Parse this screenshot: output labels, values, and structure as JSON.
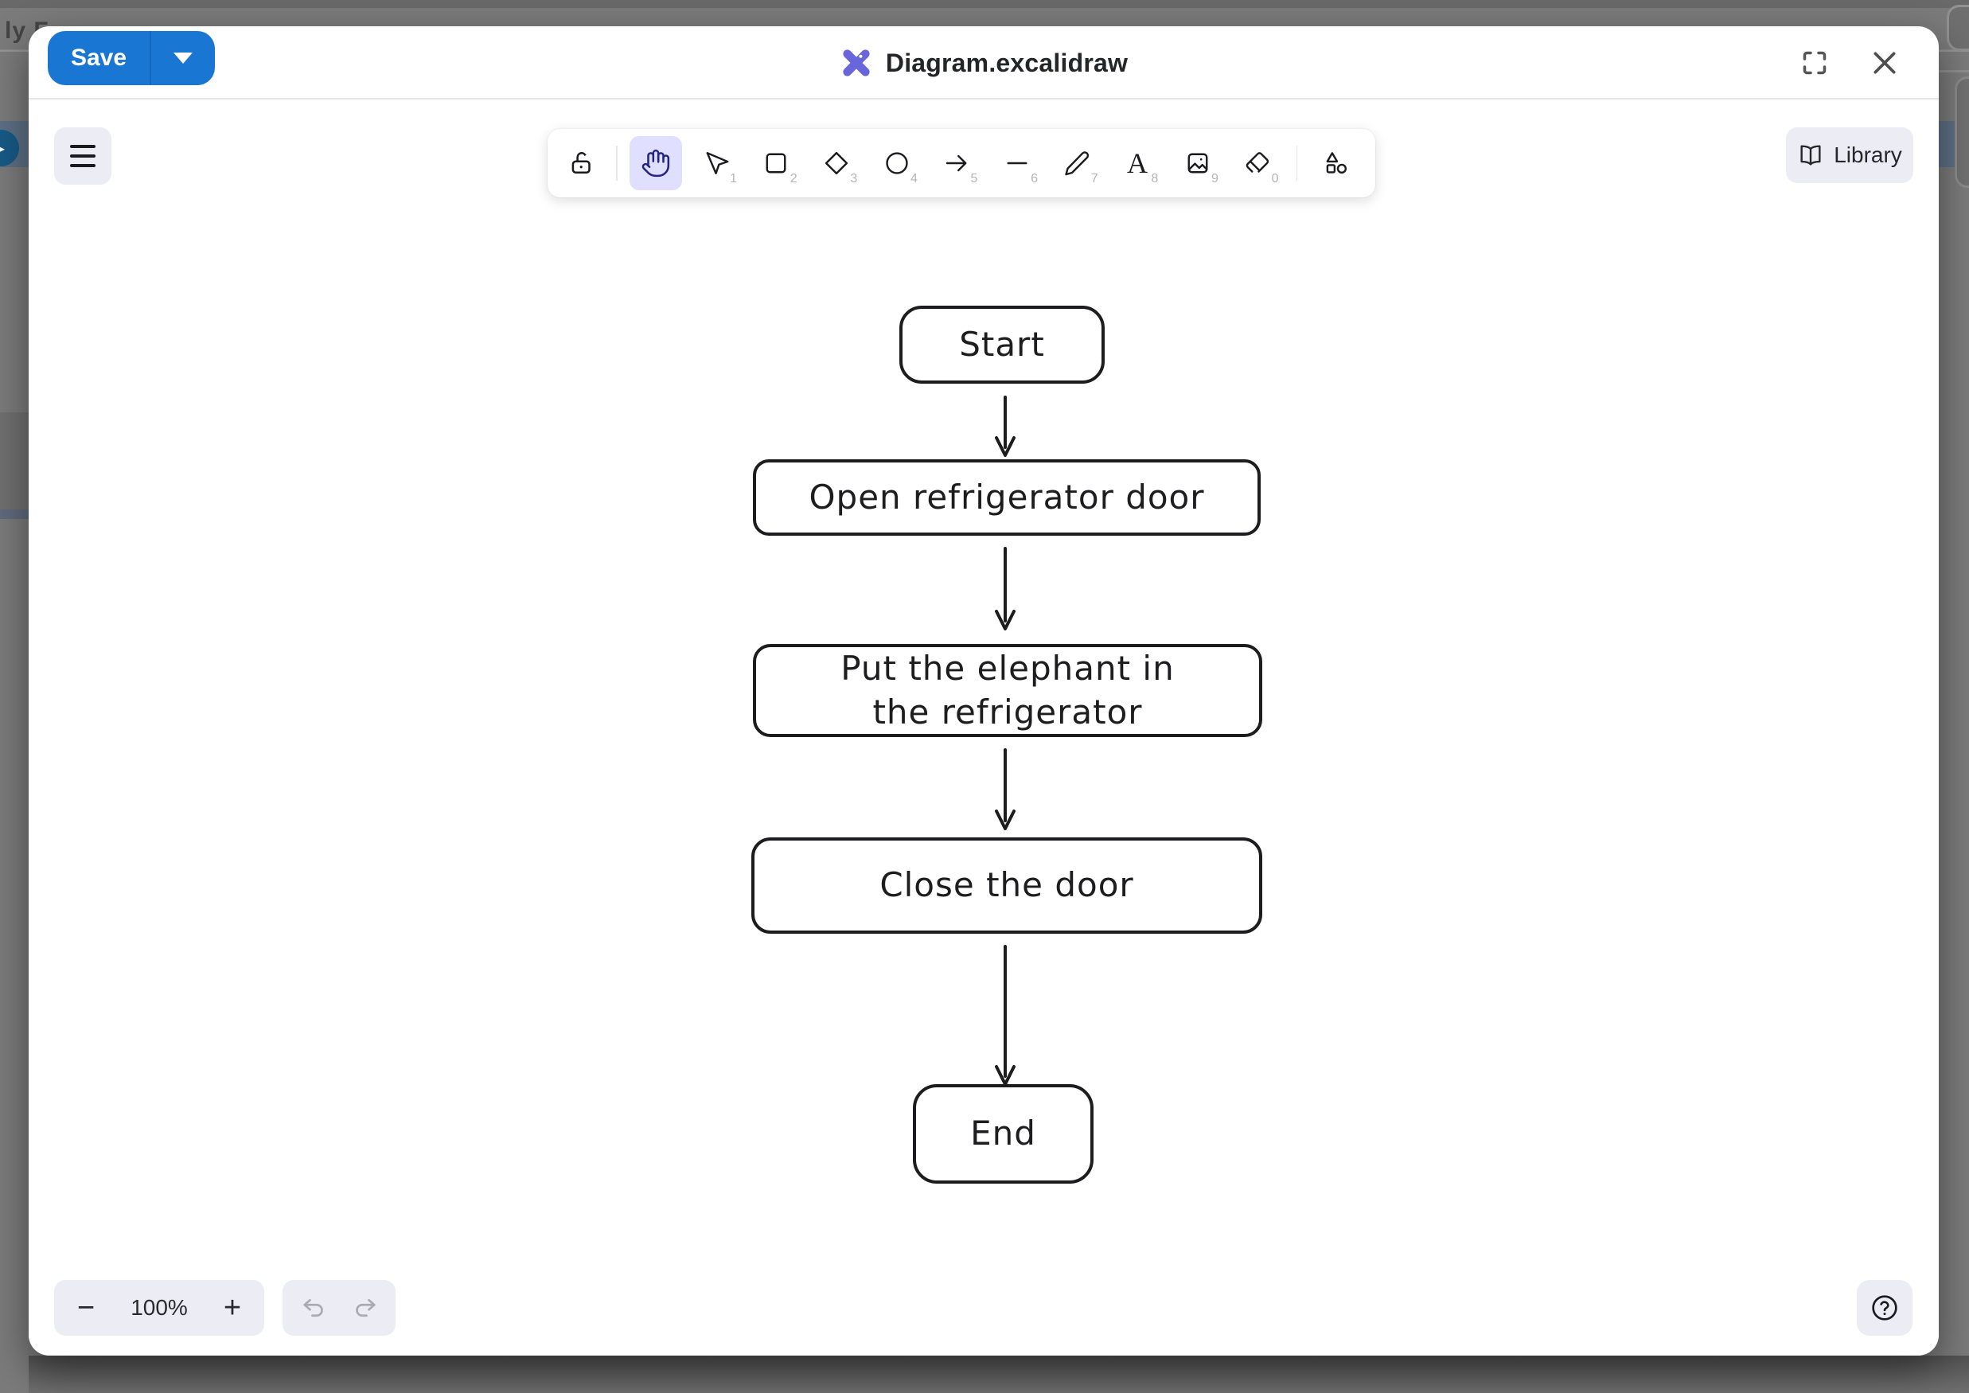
{
  "background": {
    "partial_text": "ly F"
  },
  "header": {
    "save_label": "Save",
    "title": "Diagram.excalidraw"
  },
  "toolbar": {
    "tools": [
      {
        "icon": "lock-icon",
        "shortcut": "",
        "selected": false
      },
      {
        "icon": "hand-icon",
        "shortcut": "",
        "selected": true
      },
      {
        "icon": "selection-icon",
        "shortcut": "1",
        "selected": false
      },
      {
        "icon": "rectangle-icon",
        "shortcut": "2",
        "selected": false
      },
      {
        "icon": "diamond-icon",
        "shortcut": "3",
        "selected": false
      },
      {
        "icon": "ellipse-icon",
        "shortcut": "4",
        "selected": false
      },
      {
        "icon": "arrow-icon",
        "shortcut": "5",
        "selected": false
      },
      {
        "icon": "line-icon",
        "shortcut": "6",
        "selected": false
      },
      {
        "icon": "draw-icon",
        "shortcut": "7",
        "selected": false
      },
      {
        "icon": "text-icon",
        "shortcut": "8",
        "selected": false
      },
      {
        "icon": "image-icon",
        "shortcut": "9",
        "selected": false
      },
      {
        "icon": "eraser-icon",
        "shortcut": "0",
        "selected": false
      },
      {
        "icon": "shapes-icon",
        "shortcut": "",
        "selected": false
      }
    ]
  },
  "library": {
    "label": "Library"
  },
  "canvas": {
    "type": "flowchart",
    "nodes": [
      {
        "id": "start",
        "label": "Start"
      },
      {
        "id": "open",
        "label": "Open refrigerator door"
      },
      {
        "id": "put",
        "label": "Put the elephant in the refrigerator"
      },
      {
        "id": "close",
        "label": "Close the door"
      },
      {
        "id": "end",
        "label": "End"
      }
    ],
    "edges": [
      {
        "from": "start",
        "to": "open"
      },
      {
        "from": "open",
        "to": "put"
      },
      {
        "from": "put",
        "to": "close"
      },
      {
        "from": "close",
        "to": "end"
      }
    ]
  },
  "footer": {
    "zoom_out": "−",
    "zoom_level": "100%",
    "zoom_in": "+"
  },
  "colors": {
    "accent_blue": "#1976d2",
    "logo_purple": "#6965db",
    "selected_tool_bg": "#e0dfff",
    "island_bg": "#ececf4",
    "diagram_stroke": "#1d1d1f"
  }
}
